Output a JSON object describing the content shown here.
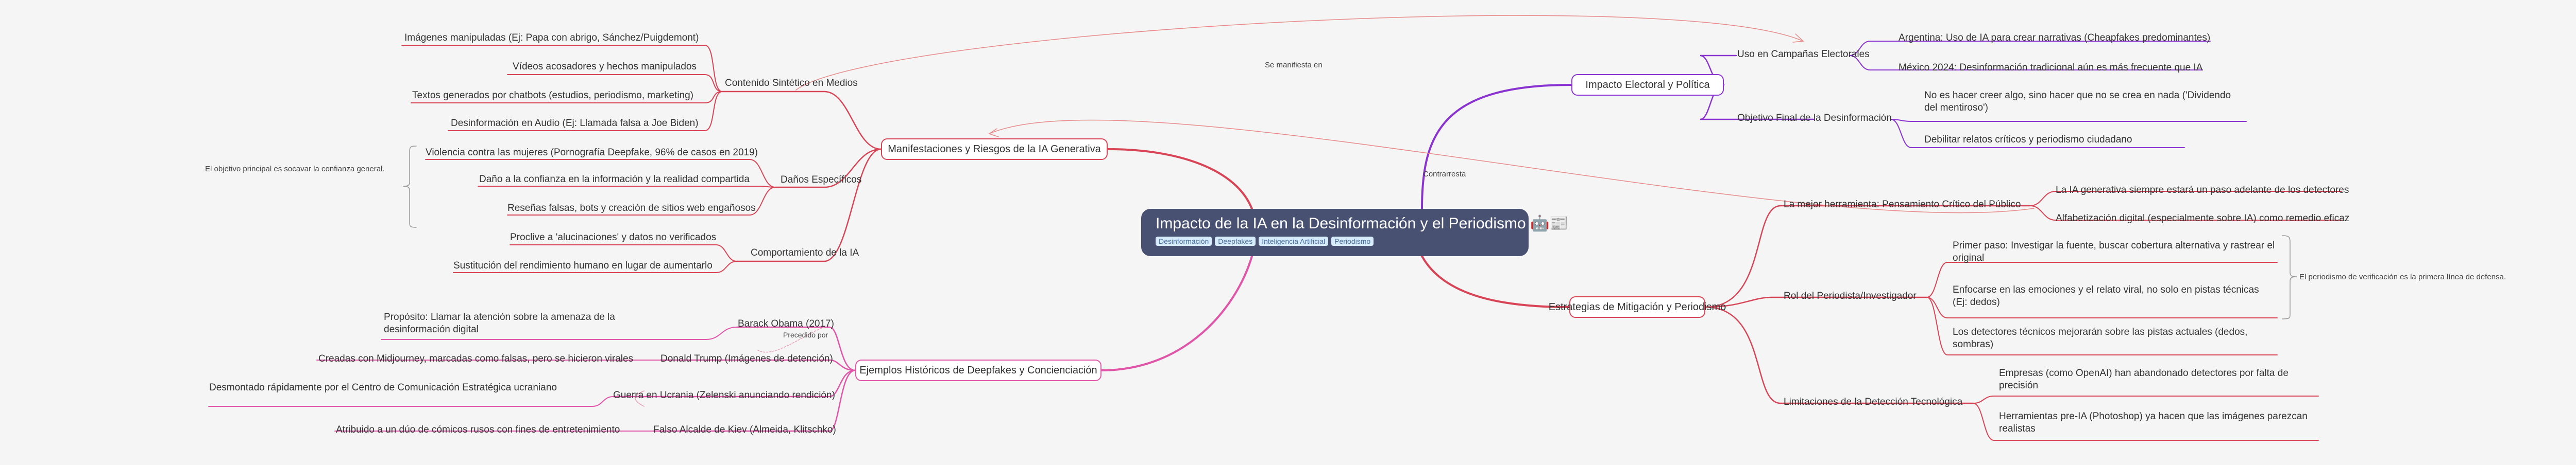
{
  "root": {
    "title": "Impacto de la IA en la Desinformación y el Periodismo 🤖📰",
    "tags": [
      "Desinformación",
      "Deepfakes",
      "Inteligencia Artificial",
      "Periodismo"
    ]
  },
  "branches": {
    "manifestaciones": {
      "label": "Manifestaciones y Riesgos de la IA Generativa",
      "contenido": {
        "label": "Contenido Sintético en Medios",
        "items": [
          "Imágenes manipuladas (Ej: Papa con abrigo, Sánchez/Puigdemont)",
          "Vídeos acosadores y hechos manipulados",
          "Textos generados por chatbots (estudios, periodismo, marketing)",
          "Desinformación en Audio (Ej: Llamada falsa a Joe Biden)"
        ]
      },
      "danos": {
        "label": "Daños Específicos",
        "items": [
          "Violencia contra las mujeres (Pornografía Deepfake, 96% de casos en 2019)",
          "Daño a la confianza en la información y la realidad compartida",
          "Reseñas falsas, bots y creación de sitios web engañosos"
        ],
        "note": "El objetivo principal es socavar la confianza general."
      },
      "comportamiento": {
        "label": "Comportamiento de la IA",
        "items": [
          "Proclive a 'alucinaciones' y datos no verificados",
          "Sustitución del rendimiento humano en lugar de aumentarlo"
        ]
      }
    },
    "ejemplos": {
      "label": "Ejemplos Históricos de Deepfakes y Concienciación",
      "obama": {
        "label": "Barack Obama (2017)",
        "detail": "Propósito: Llamar la atención sobre la amenaza de la desinformación digital"
      },
      "trump": {
        "label": "Donald Trump (Imágenes de detención)",
        "detail": "Creadas con Midjourney, marcadas como falsas, pero se hicieron virales"
      },
      "ucrania": {
        "label": "Guerra en Ucrania (Zelenski anunciando rendición)",
        "detail": "Desmontado rápidamente por el Centro de Comunicación Estratégica ucraniano"
      },
      "kiev": {
        "label": "Falso Alcalde de Kiev (Almeida, Klitschko)",
        "detail": "Atribuido a un dúo de cómicos rusos con fines de entretenimiento"
      },
      "precedido": "Precedido por"
    },
    "electoral": {
      "label": "Impacto Electoral y Política",
      "campanas": {
        "label": "Uso en Campañas Electorales",
        "items": [
          "Argentina: Uso de IA para crear narrativas (Cheapfakes predominantes)",
          "México 2024: Desinformación tradicional aún es más frecuente que IA"
        ]
      },
      "objetivo": {
        "label": "Objetivo Final de la Desinformación",
        "items": [
          "No es hacer creer algo, sino hacer que no se crea en nada ('Dividendo del mentiroso')",
          "Debilitar relatos críticos y periodismo ciudadano"
        ]
      }
    },
    "estrategias": {
      "label": "Estrategias de Mitigación y Periodismo",
      "pensamiento": {
        "label": "La mejor herramienta: Pensamiento Crítico del Público",
        "items": [
          "La IA generativa siempre estará un paso adelante de los detectores",
          "Alfabetización digital (especialmente sobre IA) como remedio eficaz"
        ]
      },
      "rol": {
        "label": "Rol del Periodista/Investigador",
        "items": [
          "Primer paso: Investigar la fuente, buscar cobertura alternativa y rastrear el original",
          "Enfocarse en las emociones y el relato viral, no solo en pistas técnicas (Ej: dedos)",
          "Los detectores técnicos mejorarán sobre las pistas actuales (dedos, sombras)"
        ],
        "note": "El periodismo de verificación es la primera línea de defensa."
      },
      "limitaciones": {
        "label": "Limitaciones de la Detección Tecnológica",
        "items": [
          "Empresas (como OpenAI) han abandonado detectores por falta de precisión",
          "Herramientas pre-IA (Photoshop) ya hacen que las imágenes parezcan realistas"
        ]
      }
    }
  },
  "relations": {
    "se_manifiesta": "Se manifiesta en",
    "contrarresta": "Contrarresta"
  },
  "colors": {
    "red": "#d84455",
    "pink": "#e055a8",
    "purple": "#8a33d0",
    "root": "#485172"
  }
}
